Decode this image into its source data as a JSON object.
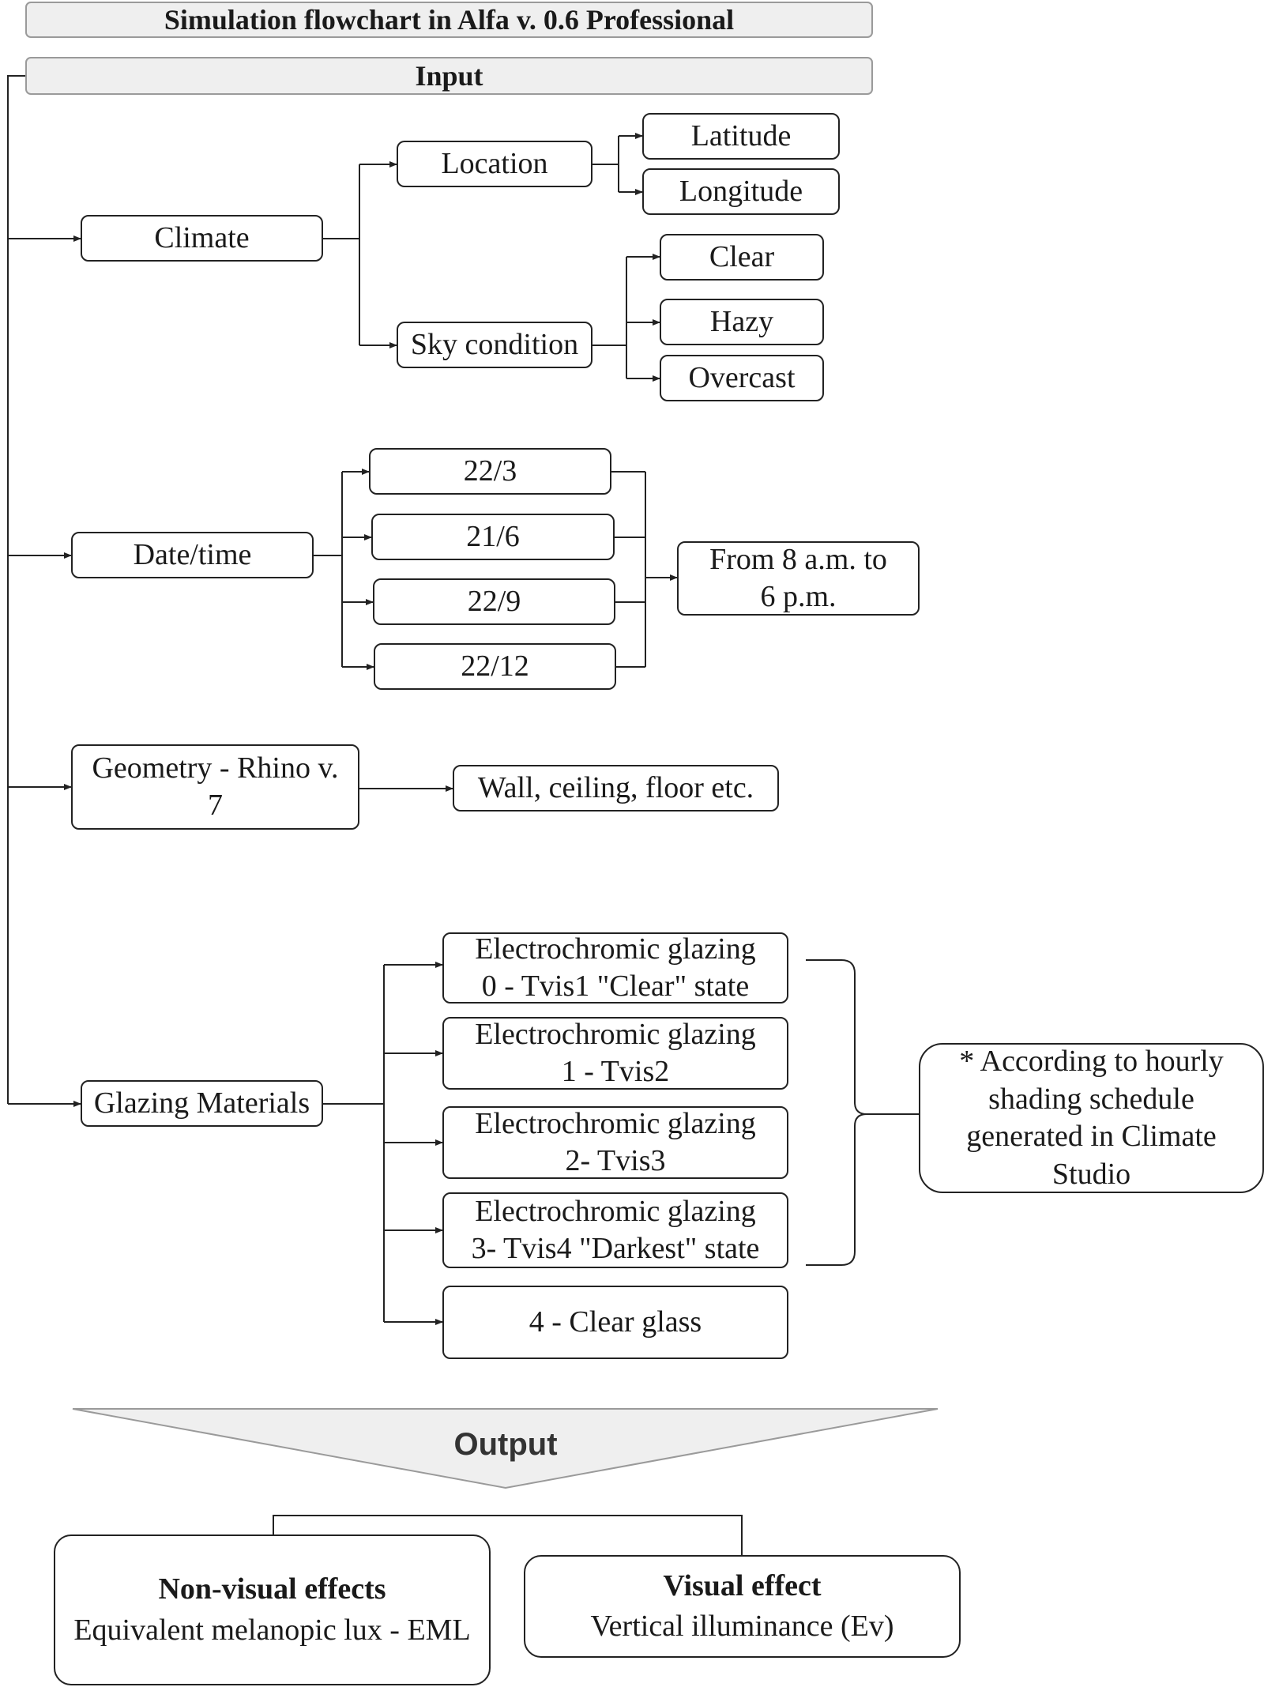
{
  "title": "Simulation flowchart in Alfa v. 0.6 Professional",
  "input_label": "Input",
  "climate": {
    "label": "Climate",
    "location": {
      "label": "Location",
      "children": [
        "Latitude",
        "Longitude"
      ]
    },
    "sky": {
      "label": "Sky condition",
      "children": [
        "Clear",
        "Hazy",
        "Overcast"
      ]
    }
  },
  "datetime": {
    "label": "Date/time",
    "dates": [
      "22/3",
      "21/6",
      "22/9",
      "22/12"
    ],
    "range": "From 8 a.m. to\n6 p.m."
  },
  "geometry": {
    "label": "Geometry - Rhino v.\n7",
    "elements": "Wall, ceiling, floor etc."
  },
  "glazing": {
    "label": "Glazing Materials",
    "options": [
      "Electrochromic glazing\n0 - Tvis1 \"Clear\" state",
      "Electrochromic glazing\n1 - Tvis2",
      "Electrochromic glazing\n2- Tvis3",
      "Electrochromic glazing\n3- Tvis4 \"Darkest\" state",
      "4 - Clear glass"
    ],
    "note": "* According to hourly\nshading schedule\ngenerated in Climate\nStudio"
  },
  "output": {
    "label": "Output",
    "non_visual": {
      "title": "Non-visual effects",
      "text": "Equivalent melanopic lux - EML"
    },
    "visual": {
      "title": "Visual effect",
      "text": "Vertical illuminance (Ev)"
    }
  }
}
